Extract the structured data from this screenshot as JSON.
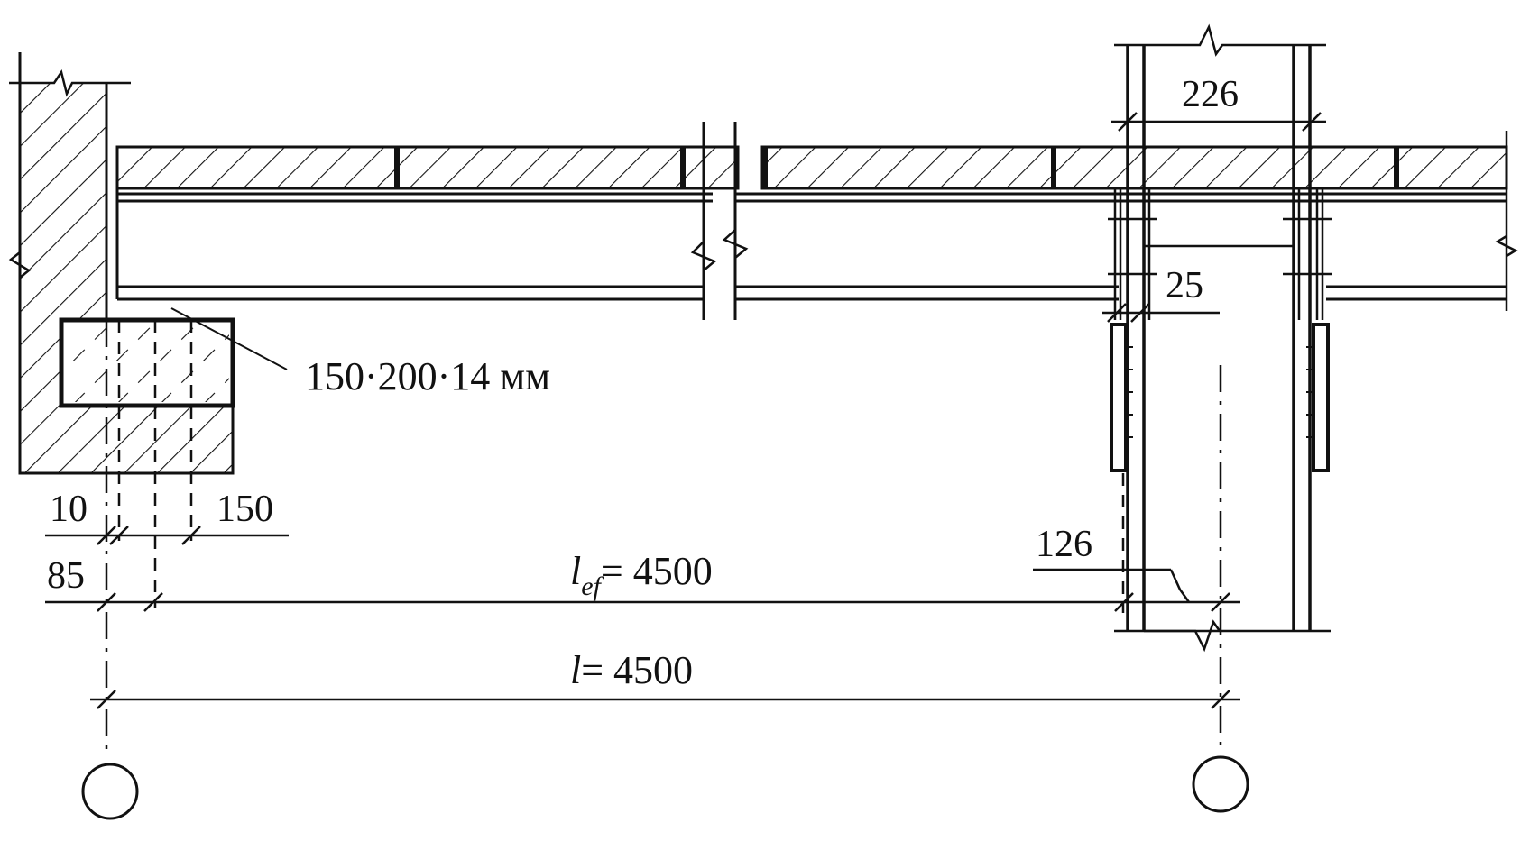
{
  "diagram": {
    "labels": {
      "plate": "150·200·14 мм",
      "dim_226": "226",
      "dim_25": "25",
      "dim_10": "10",
      "dim_150": "150",
      "dim_85": "85",
      "dim_126": "126",
      "lef_l": "l",
      "lef_sub": "ef",
      "lef_val": "= 4500",
      "l_l": "l",
      "l_val": "= 4500"
    },
    "colors": {
      "ink": "#111111",
      "paper": "#ffffff"
    }
  }
}
